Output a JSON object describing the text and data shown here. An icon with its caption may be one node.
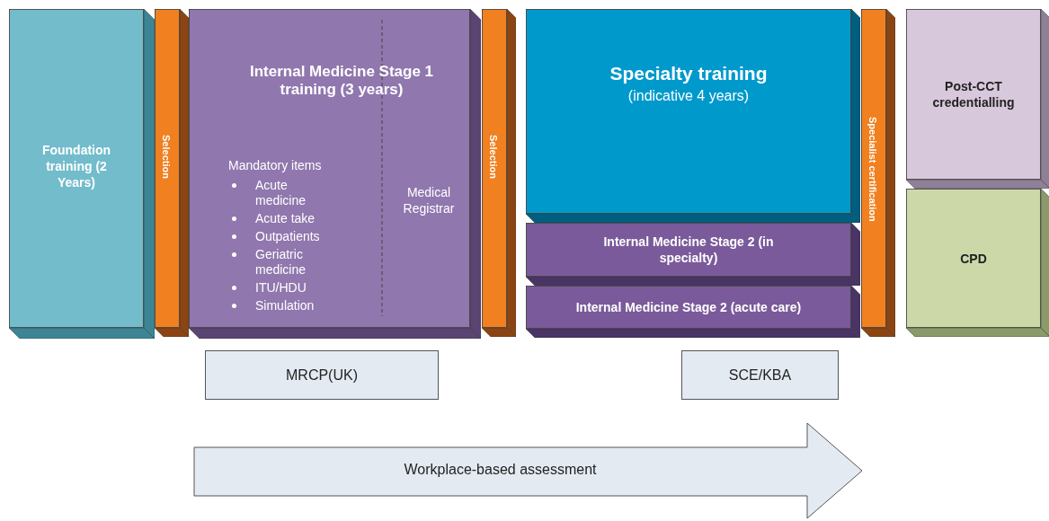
{
  "diagram": {
    "nodes": [
      {
        "text": [
          "Foundation training (2 Years)"
        ]
      },
      {
        "text": [
          "Selection"
        ]
      },
      {
        "text": [
          "Internal Medicine Stage 1 training (3 years)",
          "Mandatory items",
          "Acute medicine",
          "Acute take",
          "Outpatients",
          "Geriatric medicine",
          "ITU/HDU",
          "Simulation",
          "Medical Registrar"
        ]
      },
      {
        "text": [
          "Selection"
        ]
      },
      {
        "text": [
          "Specialty training",
          "(indicative 4 years)"
        ]
      },
      {
        "text": [
          "Internal Medicine Stage 2 (in specialty)"
        ]
      },
      {
        "text": [
          "Internal Medicine Stage 2 (acute care)"
        ]
      },
      {
        "text": [
          "Specialist certification"
        ]
      },
      {
        "text": [
          "Post-CCT credentialling"
        ]
      },
      {
        "text": [
          "CPD"
        ]
      },
      {
        "text": [
          "MRCP(UK)"
        ]
      },
      {
        "text": [
          "SCE/KBA"
        ]
      },
      {
        "text": [
          "Workplace-based assessment"
        ]
      }
    ]
  }
}
